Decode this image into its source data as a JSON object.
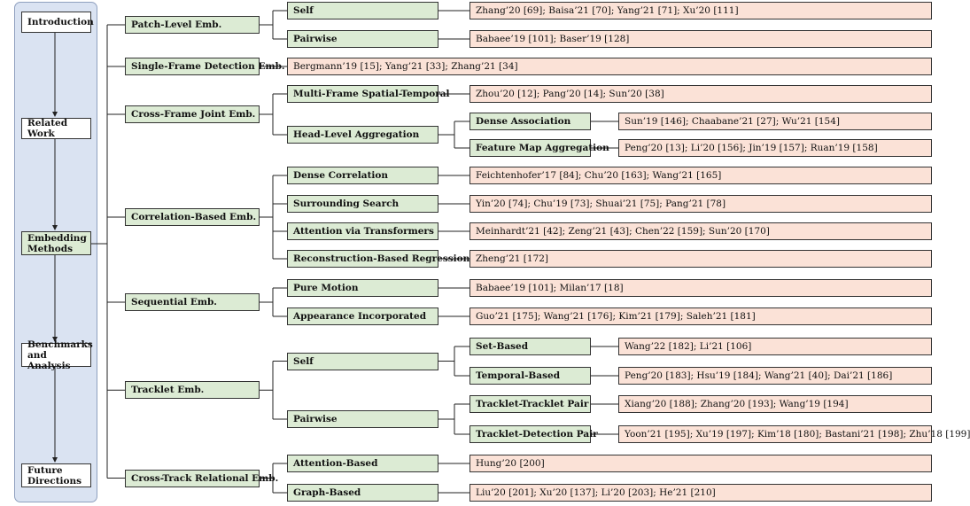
{
  "sections": [
    {
      "id": "intro",
      "label": "Introduction"
    },
    {
      "id": "related",
      "label": "Related Work"
    },
    {
      "id": "embed",
      "label": "Embedding Methods",
      "active": true
    },
    {
      "id": "bench",
      "label": "Benchmarks and Analysis"
    },
    {
      "id": "future",
      "label": "Future Directions"
    }
  ],
  "groups": [
    {
      "label": "Patch-Level Emb.",
      "children": [
        {
          "label": "Self",
          "refs": "Zhang’20 [69]; Baisa’21 [70]; Yang’21 [71]; Xu’20 [111]"
        },
        {
          "label": "Pairwise",
          "refs": "Babaee’19 [101]; Baser’19 [128]"
        }
      ]
    },
    {
      "label": "Single-Frame Detection Emb.",
      "refs": "Bergmann’19 [15]; Yang’21 [33]; Zhang’21 [34]"
    },
    {
      "label": "Cross-Frame Joint Emb.",
      "children": [
        {
          "label": "Multi-Frame Spatial-Temporal",
          "refs": "Zhou’20 [12]; Pang’20 [14]; Sun’20 [38]"
        },
        {
          "label": "Head-Level Aggregation",
          "children": [
            {
              "label": "Dense Association",
              "refs": "Sun’19 [146]; Chaabane’21 [27]; Wu’21 [154]"
            },
            {
              "label": "Feature Map Aggregation",
              "refs": "Peng’20 [13]; Li’20 [156]; Jin’19 [157]; Ruan’19 [158]"
            }
          ]
        }
      ]
    },
    {
      "label": "Correlation-Based Emb.",
      "children": [
        {
          "label": "Dense Correlation",
          "refs": "Feichtenhofer’17 [84]; Chu’20 [163]; Wang’21 [165]"
        },
        {
          "label": "Surrounding Search",
          "refs": "Yin’20 [74]; Chu’19 [73]; Shuai’21 [75]; Pang’21 [78]"
        },
        {
          "label": "Attention via Transformers",
          "refs": "Meinhardt’21 [42]; Zeng’21 [43]; Chen’22 [159]; Sun’20 [170]"
        },
        {
          "label": "Reconstruction-Based Regression",
          "refs": "Zheng’21 [172]"
        }
      ]
    },
    {
      "label": "Sequential Emb.",
      "children": [
        {
          "label": "Pure Motion",
          "refs": "Babaee’19 [101]; Milan’17 [18]"
        },
        {
          "label": "Appearance Incorporated",
          "refs": "Guo’21 [175]; Wang’21 [176]; Kim’21 [179]; Saleh’21 [181]"
        }
      ]
    },
    {
      "label": "Tracklet Emb.",
      "children": [
        {
          "label": "Self",
          "children": [
            {
              "label": "Set-Based",
              "refs": "Wang’22 [182]; Li’21 [106]"
            },
            {
              "label": "Temporal-Based",
              "refs": "Peng’20 [183]; Hsu’19 [184]; Wang’21 [40]; Dai’21 [186]"
            }
          ]
        },
        {
          "label": "Pairwise",
          "children": [
            {
              "label": "Tracklet-Tracklet Pair",
              "refs": "Xiang’20 [188]; Zhang’20 [193]; Wang’19 [194]"
            },
            {
              "label": "Tracklet-Detection Pair",
              "refs": "Yoon’21 [195]; Xu’19 [197]; Kim’18 [180]; Bastani’21 [198]; Zhu’18 [199]"
            }
          ]
        }
      ]
    },
    {
      "label": "Cross-Track Relational Emb.",
      "children": [
        {
          "label": "Attention-Based",
          "refs": "Hung’20 [200]"
        },
        {
          "label": "Graph-Based",
          "refs": "Liu’20 [201]; Xu’20 [137]; Li’20 [203]; He’21 [210]"
        }
      ]
    }
  ]
}
